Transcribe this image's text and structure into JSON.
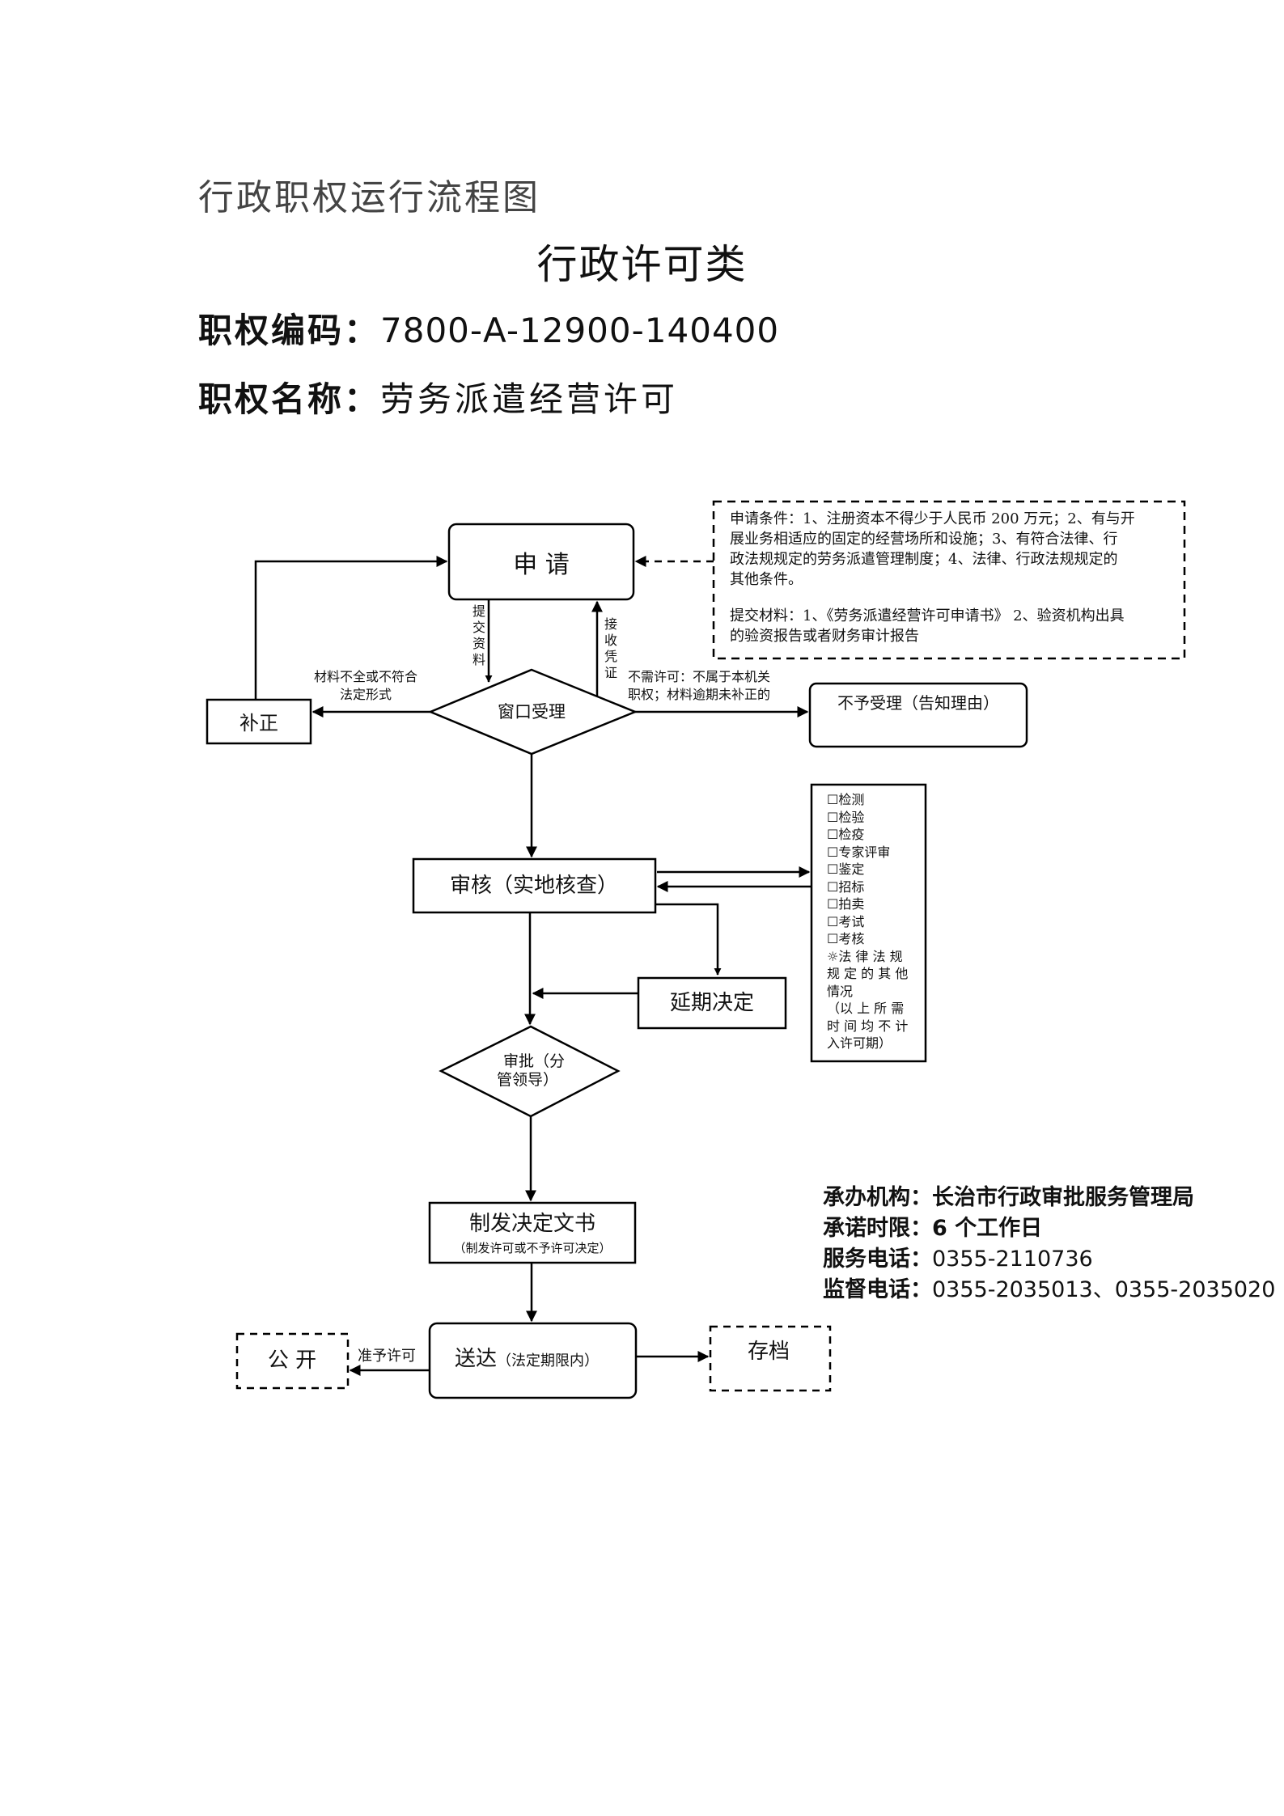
{
  "header": {
    "page_title": "行政职权运行流程图",
    "category": "行政许可类",
    "code_label": "职权编码：",
    "code_value": "7800-A-12900-140400",
    "name_label": "职权名称：",
    "name_value": "劳务派遣经营许可"
  },
  "flow": {
    "apply": "申 请",
    "conditions": [
      "申请条件：1、注册资本不得少于人民币 200 万元；2、有与开",
      "展业务相适应的固定的经营场所和设施；3、有符合法律、行",
      "政法规规定的劳务派遣管理制度；4、法律、行政法规规定的",
      "其他条件。"
    ],
    "materials": [
      "提交材料：1、《劳务派遣经营许可申请书》 2、验资机构出具",
      "的验资报告或者财务审计报告"
    ],
    "submit_label": [
      "提",
      "交",
      "资",
      "料"
    ],
    "receipt_label": [
      "接",
      "收",
      "凭",
      "证"
    ],
    "window": "窗口受理",
    "supplement": "补正",
    "incomplete": [
      "材料不全或不符合",
      "法定形式"
    ],
    "reject_reason": [
      "不需许可：不属于本机关",
      "职权；材料逾期未补正的"
    ],
    "reject": "不予受理（告知理由）",
    "review": "审核（实地核查）",
    "checklist": [
      "☐检测",
      "☐检验",
      "☐检疫",
      "☐专家评审",
      "☐鉴定",
      "☐招标",
      "☐拍卖",
      "☐考试",
      "☐考核",
      "☼法 律 法 规",
      "规 定 的 其 他",
      "情况",
      "（以 上 所 需",
      "时 间 均 不 计",
      "入许可期）"
    ],
    "extend": "延期决定",
    "approve": [
      "审批（分",
      "管领导）"
    ],
    "issue": "制发决定文书",
    "issue_sub": "（制发许可或不予许可决定）",
    "deliver": "送达",
    "deliver_sub": "（法定期限内）",
    "grant_label": "准予许可",
    "publish": "公 开",
    "archive": "存档"
  },
  "info": {
    "agency_label": "承办机构：",
    "agency": "长治市行政审批服务管理局",
    "deadline_label": "承诺时限：",
    "deadline": "6 个工作日",
    "service_phone_label": "服务电话：",
    "service_phone": "0355-2110736",
    "supervise_phone_label": "监督电话：",
    "supervise_phone": "0355-2035013、0355-2035020"
  }
}
